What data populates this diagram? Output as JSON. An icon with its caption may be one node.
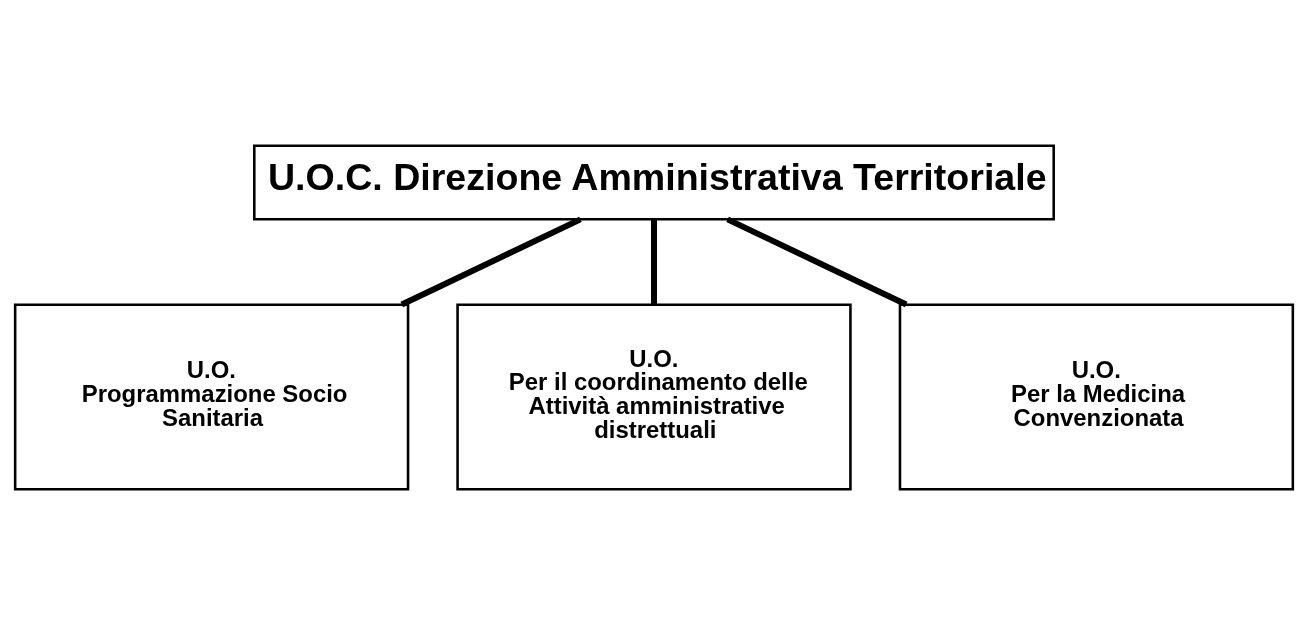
{
  "diagram": {
    "nodes": [
      {
        "text": [
          "U.O.C. Direzione Amministrativa Territoriale"
        ]
      },
      {
        "text": [
          "U.O.",
          "Programmazione Socio Sanitaria"
        ]
      },
      {
        "text": [
          "U.O.",
          "Per il coordinamento delle Attività amministrative distrettuali"
        ]
      },
      {
        "text": [
          "U.O.",
          "Per la Medicina Convenzionata"
        ]
      }
    ],
    "edges": [
      {
        "from": 0,
        "to": 1,
        "arrow": "none"
      },
      {
        "from": 0,
        "to": 2,
        "arrow": "none"
      },
      {
        "from": 0,
        "to": 3,
        "arrow": "none"
      }
    ]
  }
}
